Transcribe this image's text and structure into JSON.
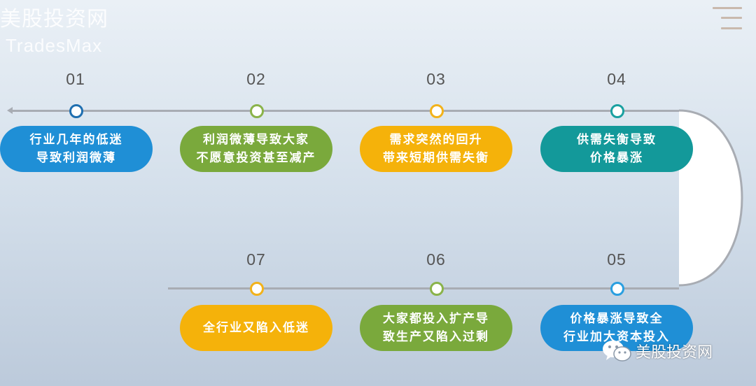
{
  "watermark": {
    "title": "美股投资网",
    "subtitle": "TradesMax"
  },
  "steps": [
    {
      "num": "01",
      "text": "行业几年的低迷\n导致利润微薄",
      "color": "#1f8fd6",
      "dot_color": "#1f6fb0"
    },
    {
      "num": "02",
      "text": "利润微薄导致大家\n不愿意投资甚至减产",
      "color": "#7aa93c",
      "dot_color": "#8ab34a"
    },
    {
      "num": "03",
      "text": "需求突然的回升\n带来短期供需失衡",
      "color": "#f5b20a",
      "dot_color": "#f2b21a"
    },
    {
      "num": "04",
      "text": "供需失衡导致\n价格暴涨",
      "color": "#13999a",
      "dot_color": "#1aa0a0"
    },
    {
      "num": "05",
      "text": "价格暴涨导致全\n行业加大资本投入",
      "color": "#1f8fd6",
      "dot_color": "#2a9fe0"
    },
    {
      "num": "06",
      "text": "大家都投入扩产导\n致生产又陷入过剩",
      "color": "#7aa93c",
      "dot_color": "#8ab34a"
    },
    {
      "num": "07",
      "text": "全行业又陷入低迷",
      "color": "#f5b20a",
      "dot_color": "#f2b21a"
    }
  ],
  "footer": {
    "wechat_label": "美股投资网"
  },
  "icons": {
    "menu": "menu-icon",
    "wechat": "wechat-icon"
  }
}
